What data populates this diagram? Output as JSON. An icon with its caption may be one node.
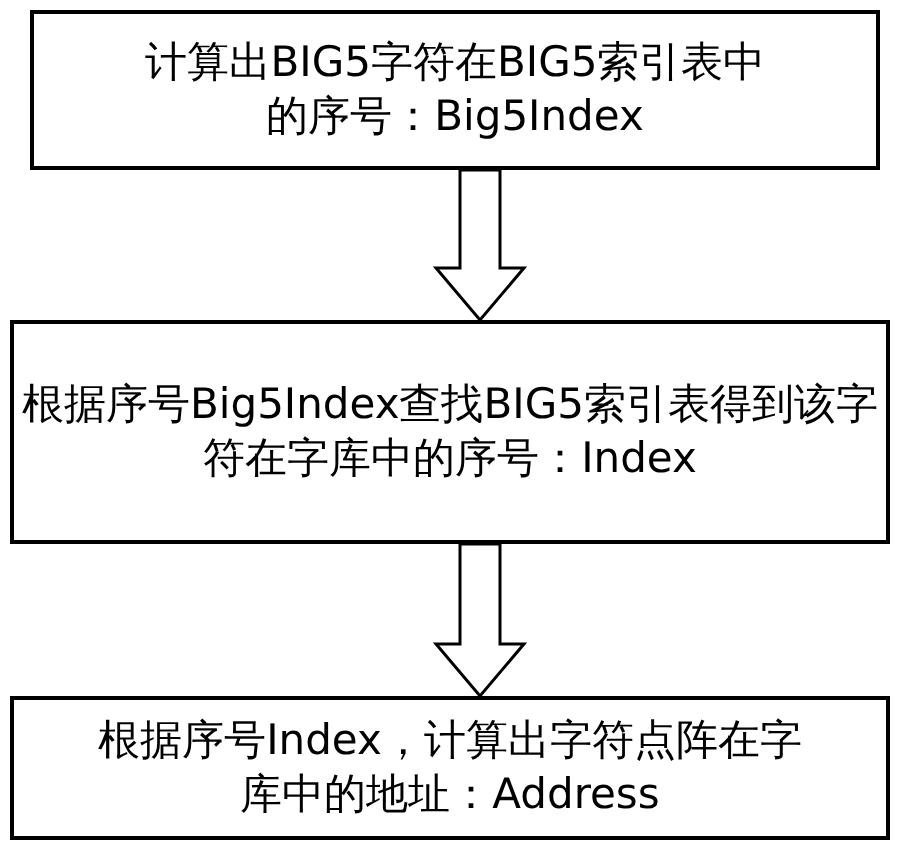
{
  "diagram": {
    "nodes": [
      {
        "text": [
          "计算出BIG5字符在BIG5索引表中的序号：Big5Index"
        ]
      },
      {
        "text": [
          "根据序号Big5Index查找BIG5索引表得到该字符在字库中的序号：Index"
        ]
      },
      {
        "text": [
          "根据序号Index，计算出字符点阵在字库中的地址：Address"
        ]
      }
    ],
    "edges": [
      {
        "from": 0,
        "to": 1,
        "arrow": "to"
      },
      {
        "from": 1,
        "to": 2,
        "arrow": "to"
      }
    ]
  }
}
